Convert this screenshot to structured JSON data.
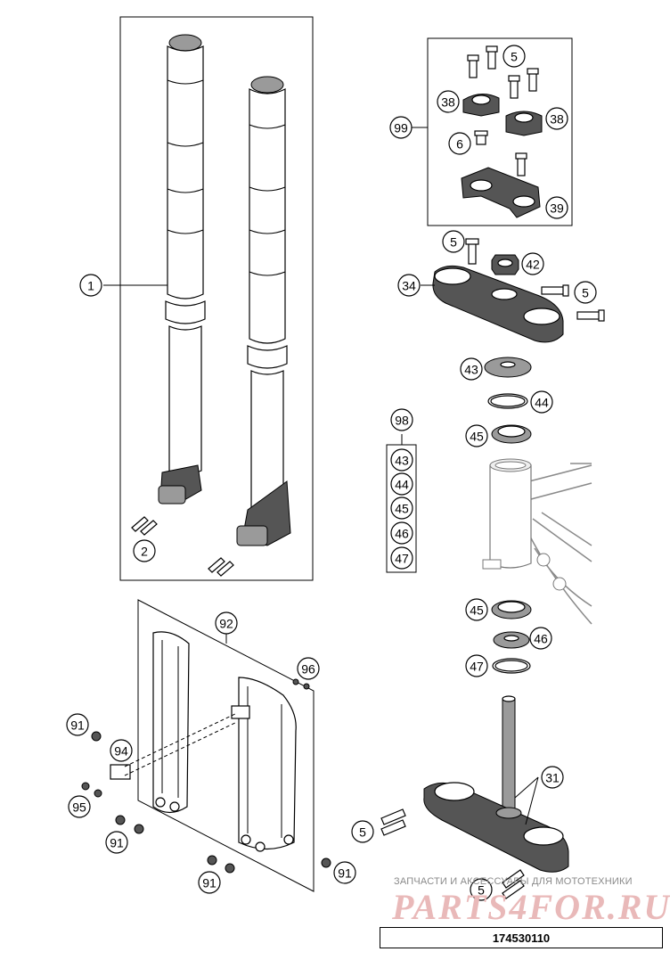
{
  "diagram": {
    "callouts": [
      "1",
      "2",
      "5",
      "38",
      "99",
      "38",
      "6",
      "39",
      "5",
      "42",
      "34",
      "5",
      "43",
      "44",
      "98",
      "45",
      "43",
      "44",
      "45",
      "46",
      "47",
      "45",
      "46",
      "47",
      "92",
      "96",
      "91",
      "94",
      "95",
      "91",
      "91",
      "91",
      "31",
      "5",
      "5"
    ]
  },
  "watermark": {
    "tagline": "ЗАПЧАСТИ И АКСЕССУАРЫ ДЛЯ МОТОТЕХНИКИ",
    "brand": "PARTS4FOR.RU"
  },
  "footer": {
    "catalog_number": "174530110"
  }
}
